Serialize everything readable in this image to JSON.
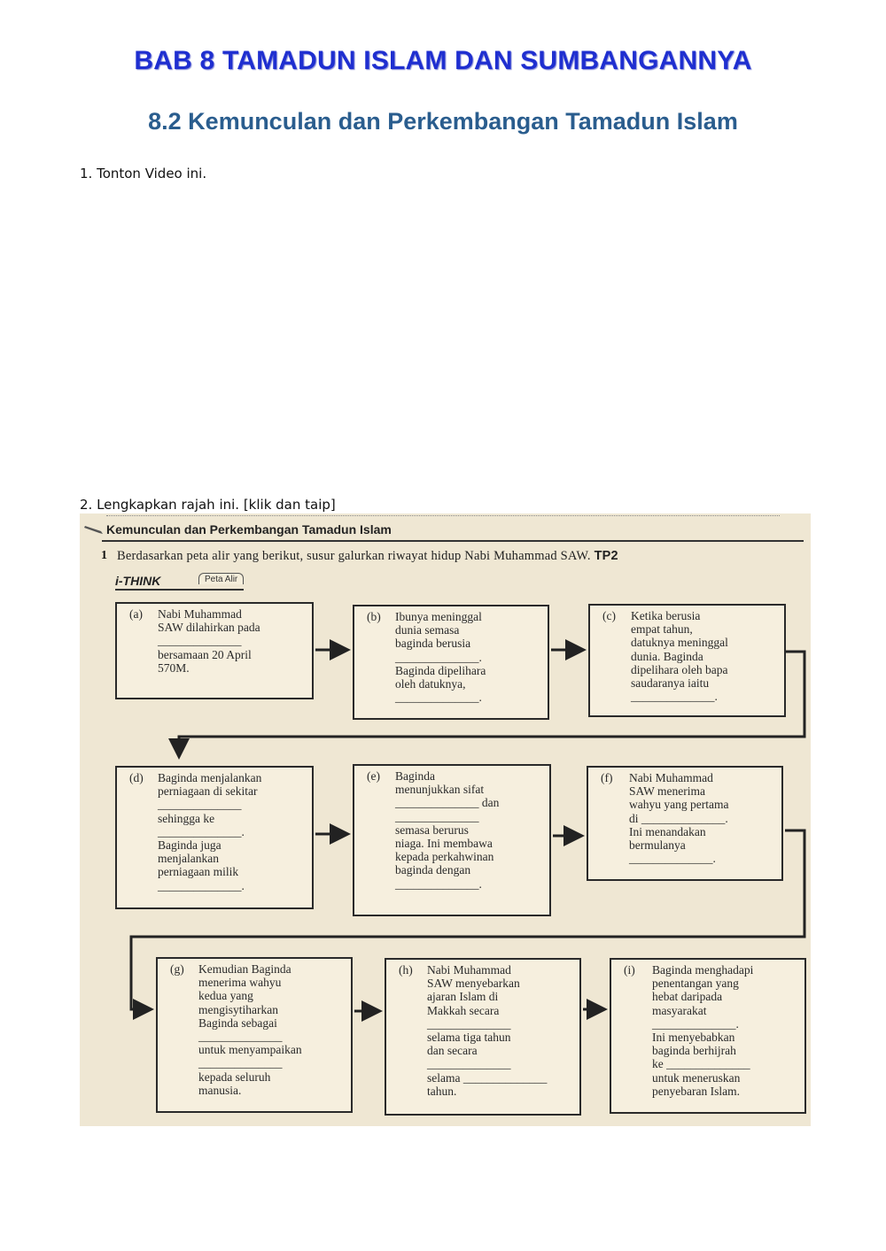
{
  "page": {
    "title": "BAB 8 TAMADUN ISLAM DAN SUMBANGANNYA",
    "subtitle": "8.2 Kemunculan dan Perkembangan Tamadun Islam",
    "q1": "1.  Tonton Video ini.",
    "q2": "2.  Lengkapkan rajah ini. [klik dan taip]"
  },
  "worksheet": {
    "header": "Kemunculan dan Perkembangan Tamadun Islam",
    "question_number": "1",
    "question_text": "Berdasarkan peta alir yang berikut, susur galurkan riwayat hidup Nabi Muhammad SAW.",
    "tp_label": "TP2",
    "ithink_label": "i-THINK",
    "peta_alir_label": "Peta Alir",
    "boxes": [
      {
        "label": "(a)",
        "text": "Nabi Muhammad\nSAW dilahirkan pada\n______________\nbersamaan 20 April\n570M."
      },
      {
        "label": "(b)",
        "text": "Ibunya meninggal\ndunia semasa\nbaginda berusia\n______________.\nBaginda dipelihara\noleh datuknya,\n______________."
      },
      {
        "label": "(c)",
        "text": "Ketika berusia\nempat tahun,\ndatuknya meninggal\ndunia. Baginda\ndipelihara oleh bapa\nsaudaranya iaitu\n______________."
      },
      {
        "label": "(d)",
        "text": "Baginda menjalankan\nperniagaan di sekitar\n______________\nsehingga ke\n______________.\nBaginda juga\nmenjalankan\nperniagaan milik\n______________."
      },
      {
        "label": "(e)",
        "text": "Baginda\nmenunjukkan sifat\n______________ dan\n______________\nsemasa berurus\nniaga. Ini membawa\nkepada perkahwinan\nbaginda dengan\n______________."
      },
      {
        "label": "(f)",
        "text": "Nabi Muhammad\nSAW menerima\nwahyu yang pertama\ndi ______________.\nIni menandakan\nbermulanya\n______________."
      },
      {
        "label": "(g)",
        "text": "Kemudian Baginda\nmenerima wahyu\nkedua yang\nmengisytiharkan\nBaginda sebagai\n______________\nuntuk menyampaikan\n______________\nkepada seluruh\nmanusia."
      },
      {
        "label": "(h)",
        "text": "Nabi Muhammad\nSAW menyebarkan\najaran Islam di\nMakkah secara\n______________\nselama tiga tahun\ndan secara\n______________\nselama ______________\ntahun."
      },
      {
        "label": "(i)",
        "text": "Baginda menghadapi\npenentangan yang\nhebat daripada\nmasyarakat\n______________.\nIni menyebabkan\nbaginda berhijrah\nke ______________\nuntuk meneruskan\npenyebaran Islam."
      }
    ]
  }
}
